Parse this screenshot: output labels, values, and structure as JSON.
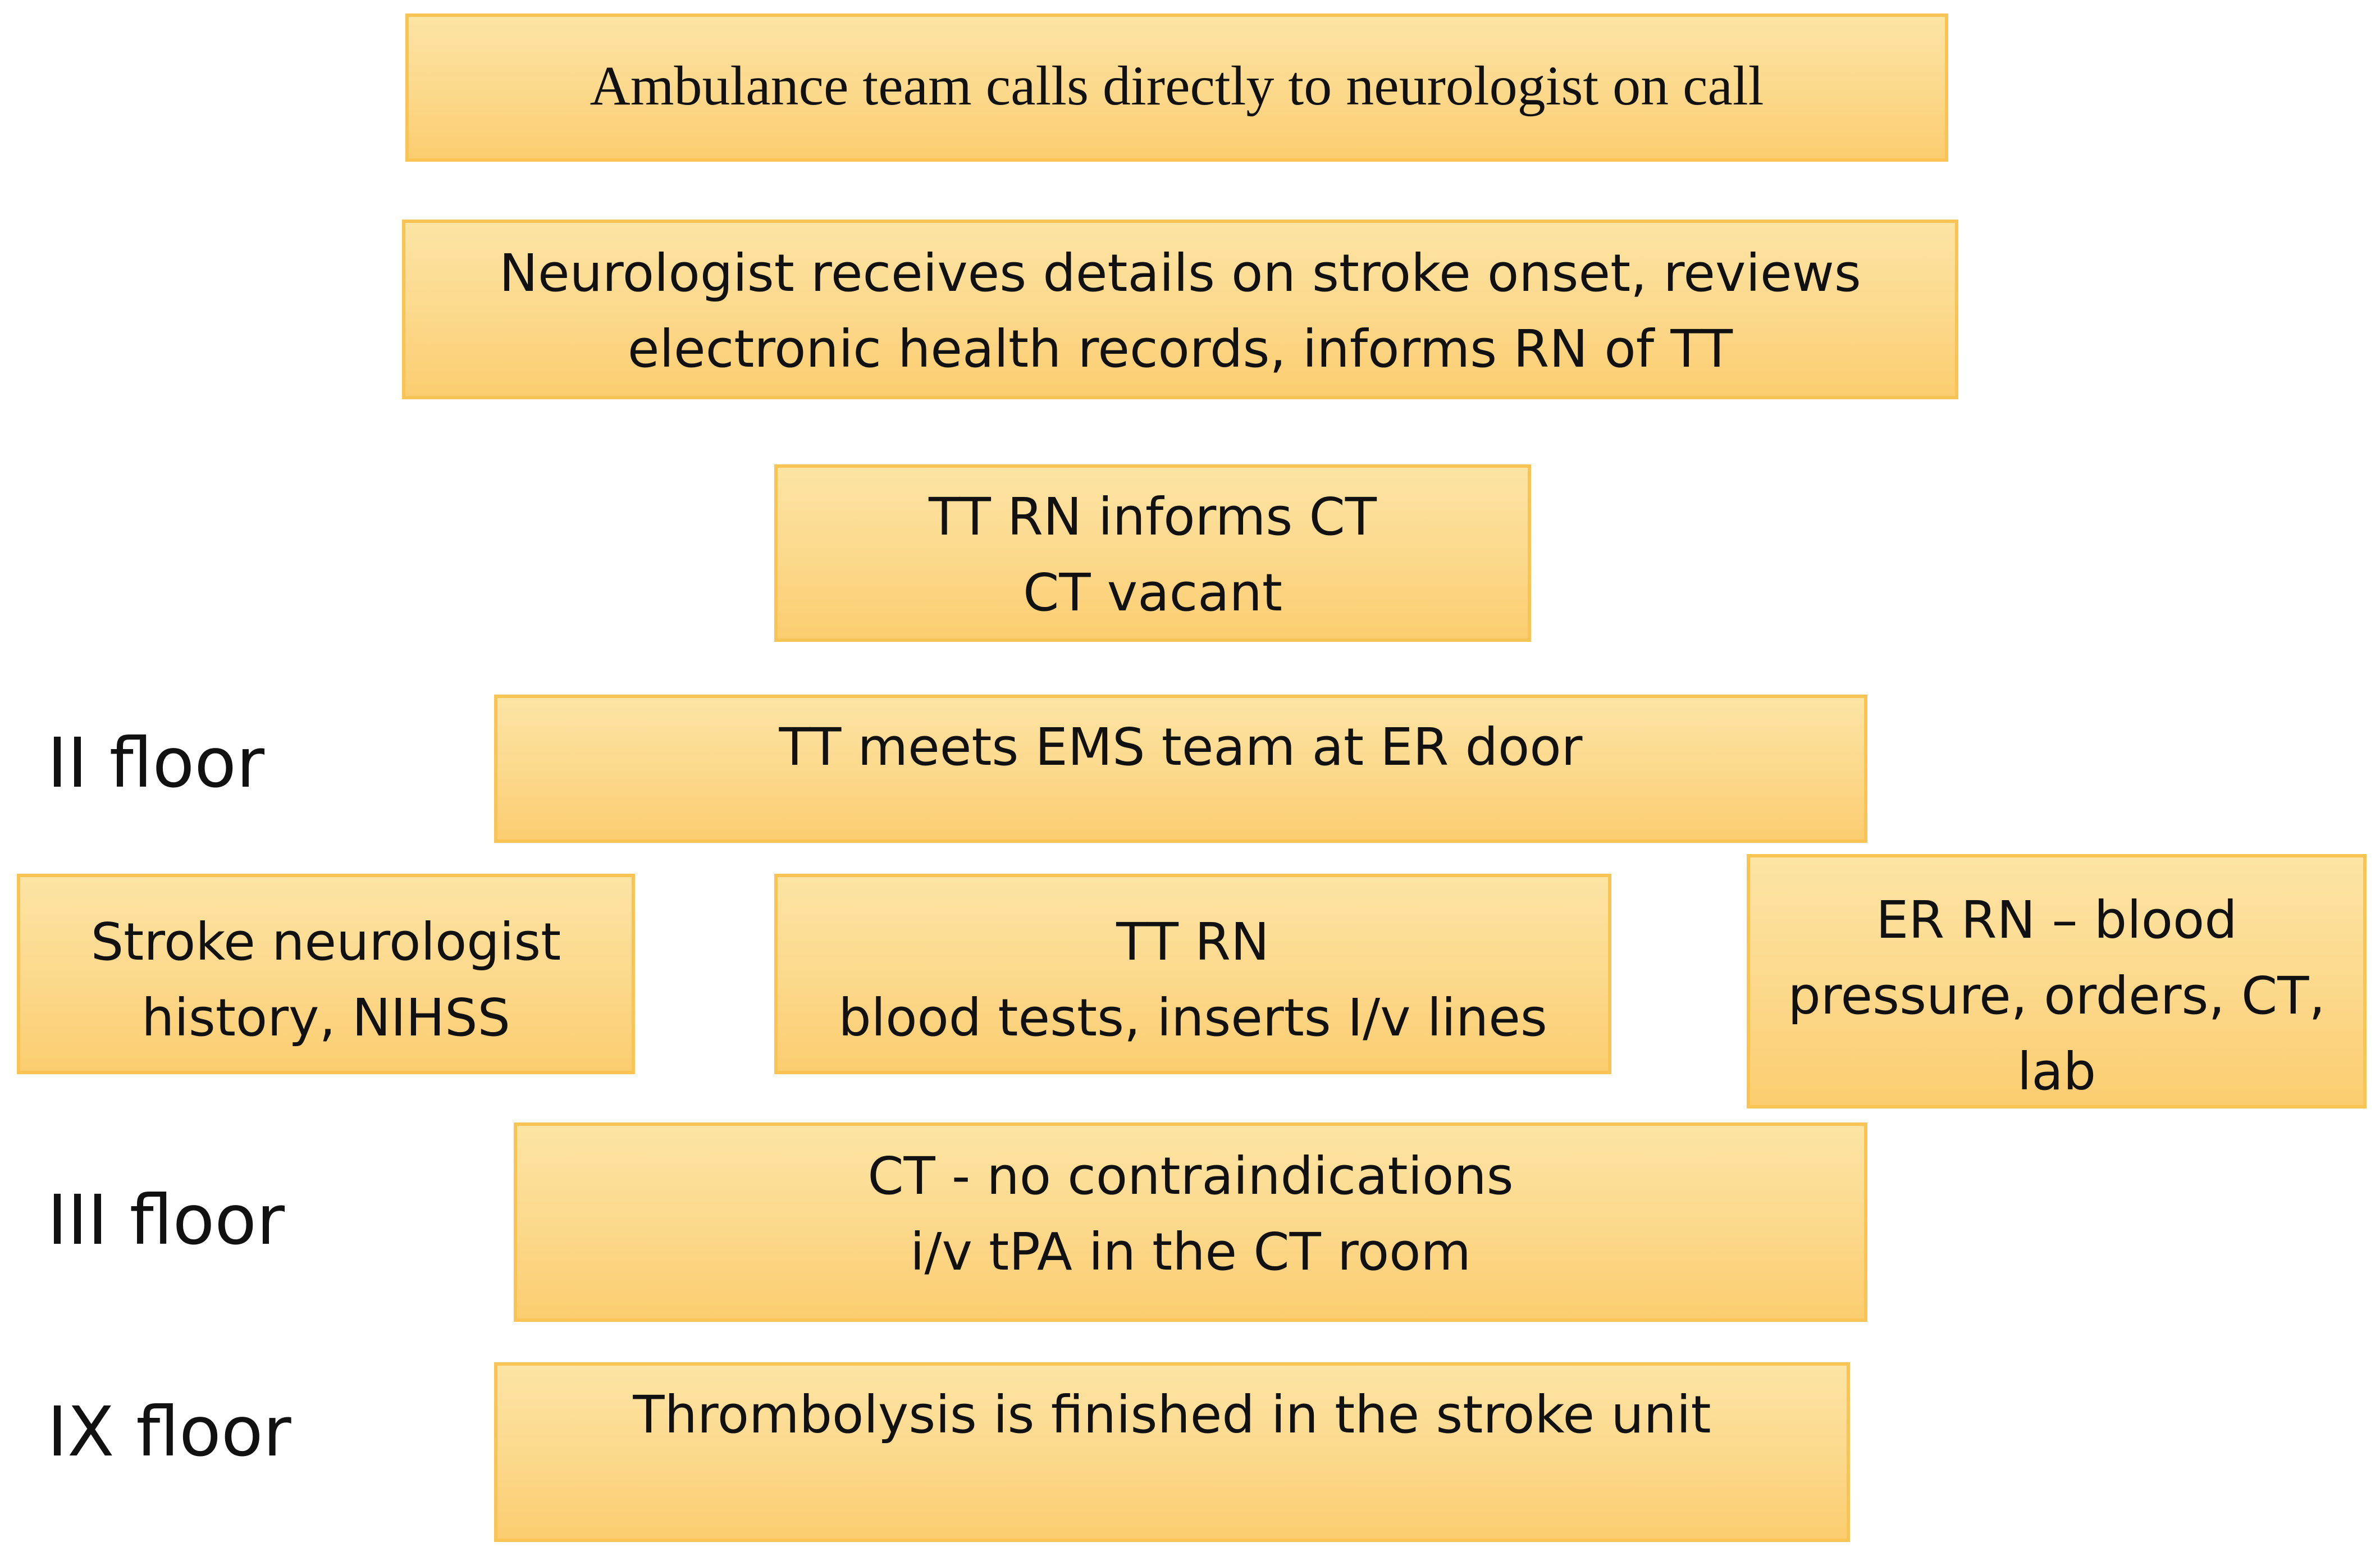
{
  "diagram": {
    "step_call": {
      "lines": [
        "Ambulance team calls directly to neurologist on call"
      ]
    },
    "step_neurologist": {
      "lines": [
        "Neurologist receives details on stroke onset, reviews",
        "electronic health records, informs RN of TT"
      ]
    },
    "step_tt_rn": {
      "lines": [
        "TT RN informs CT",
        "CT vacant"
      ]
    },
    "step_er_door": {
      "lines": [
        "TT meets EMS team at ER door"
      ]
    },
    "step_stroke_neurologist": {
      "lines": [
        "Stroke neurologist",
        "history, NIHSS"
      ]
    },
    "step_tt_rn_tests": {
      "lines": [
        "TT RN",
        "blood tests, inserts I/v lines"
      ]
    },
    "step_er_rn": {
      "lines": [
        "ER RN – blood",
        "pressure,  orders, CT,",
        "lab"
      ]
    },
    "step_ct": {
      "lines": [
        "CT - no contraindications",
        "i/v  tPA in the CT room"
      ]
    },
    "step_stroke_unit": {
      "lines": [
        "Thrombolysis is finished in the stroke unit"
      ]
    }
  },
  "floors": {
    "second": "II floor",
    "third": "III floor",
    "ninth": "IX floor"
  }
}
